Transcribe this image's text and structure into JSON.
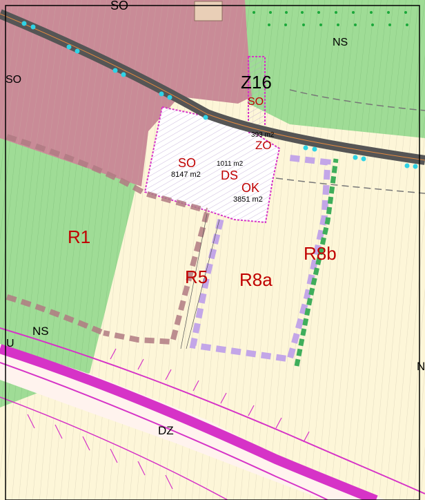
{
  "labels": {
    "so_top": "SO",
    "so_left": "SO",
    "ns_top": "NS",
    "z16": "Z16",
    "so_z16": "SO",
    "area_393": "393 m2",
    "zo": "ZO",
    "so_mid": "SO",
    "area_8147": "8147 m2",
    "area_1011": "1011 m2",
    "ds": "DS",
    "ok": "OK",
    "area_3851": "3851 m2",
    "r1": "R1",
    "r5": "R5",
    "r8a": "R8a",
    "r8b": "R8b",
    "ns_bottom": "NS",
    "u_left": "U",
    "n_right": "N",
    "dz": "DZ"
  },
  "colors": {
    "residential_so": "#c98b97",
    "green_ns": "#9fdc96",
    "farmland": "#fdf6d8",
    "road": "#555555",
    "label_red": "#c00000",
    "magenta": "#d633c7",
    "lilac_dash": "#c3a6e8",
    "green_dash": "#3fae5b",
    "brown_dash": "#b07a82",
    "water_dots": "#2fd3e6"
  }
}
